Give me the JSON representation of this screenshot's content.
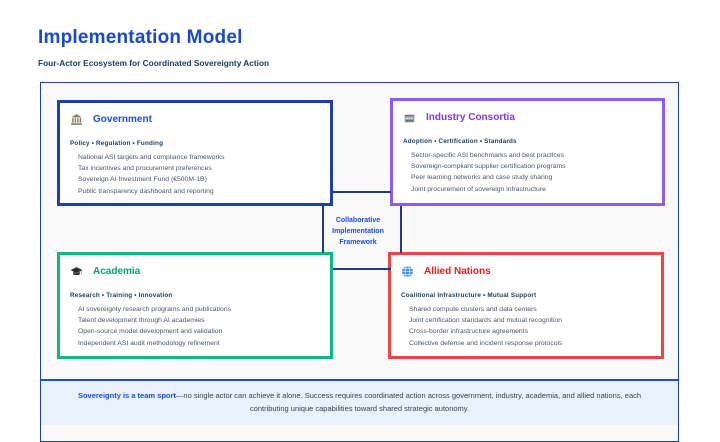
{
  "page": {
    "title": "Implementation Model",
    "subtitle": "Four-Actor Ecosystem for Coordinated Sovereignty Action"
  },
  "diagram": {
    "center_label_lines": [
      "Collaborative",
      "Implementation",
      "Framework"
    ],
    "connector_color": "#1e3a8a",
    "actors": [
      {
        "id": "government",
        "icon": "classical-building-icon",
        "title": "Government",
        "tagline": "Policy • Regulation • Funding",
        "border_color": "#1e40af",
        "title_color": "#1d4ed8",
        "items": [
          "National ASI targets and compliance frameworks",
          "Tax incentives and procurement preferences",
          "Sovereign AI Investment Fund (€500M-1B)",
          "Public transparency dashboard and reporting"
        ]
      },
      {
        "id": "industry-consortia",
        "icon": "factory-building-icon",
        "title": "Industry Consortia",
        "tagline": "Adoption • Certification • Standards",
        "border_color": "#8b5cf6",
        "title_color": "#7c3aed",
        "items": [
          "Sector-specific ASI benchmarks and best practices",
          "Sovereign-compliant supplier certification programs",
          "Peer learning networks and case study sharing",
          "Joint procurement of sovereign infrastructure"
        ]
      },
      {
        "id": "academia",
        "icon": "graduation-cap-icon",
        "title": "Academia",
        "tagline": "Research • Training • Innovation",
        "border_color": "#10b981",
        "title_color": "#0e9f6e",
        "items": [
          "AI sovereignty research programs and publications",
          "Talent development through AI academies",
          "Open-source model development and validation",
          "Independent ASI audit methodology refinement"
        ]
      },
      {
        "id": "allied-nations",
        "icon": "globe-icon",
        "title": "Allied Nations",
        "tagline": "Coalitional Infrastructure • Mutual Support",
        "border_color": "#ef4444",
        "title_color": "#e02424",
        "items": [
          "Shared compute clusters and data centers",
          "Joint certification standards and mutual recognition",
          "Cross-border infrastructure agreements",
          "Collective defense and incident response protocols"
        ]
      }
    ]
  },
  "footer": {
    "lead": "Sovereignty is a team sport",
    "text": "—no single actor can achieve it alone. Success requires coordinated action across government, industry, academia, and allied nations, each contributing unique capabilities toward shared strategic autonomy."
  }
}
